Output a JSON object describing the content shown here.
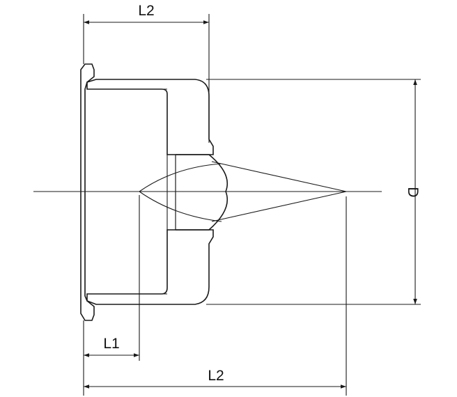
{
  "dimensions": {
    "top_length": "L2",
    "bottom_length": "L2",
    "offset_length": "L1",
    "diameter": "D"
  }
}
